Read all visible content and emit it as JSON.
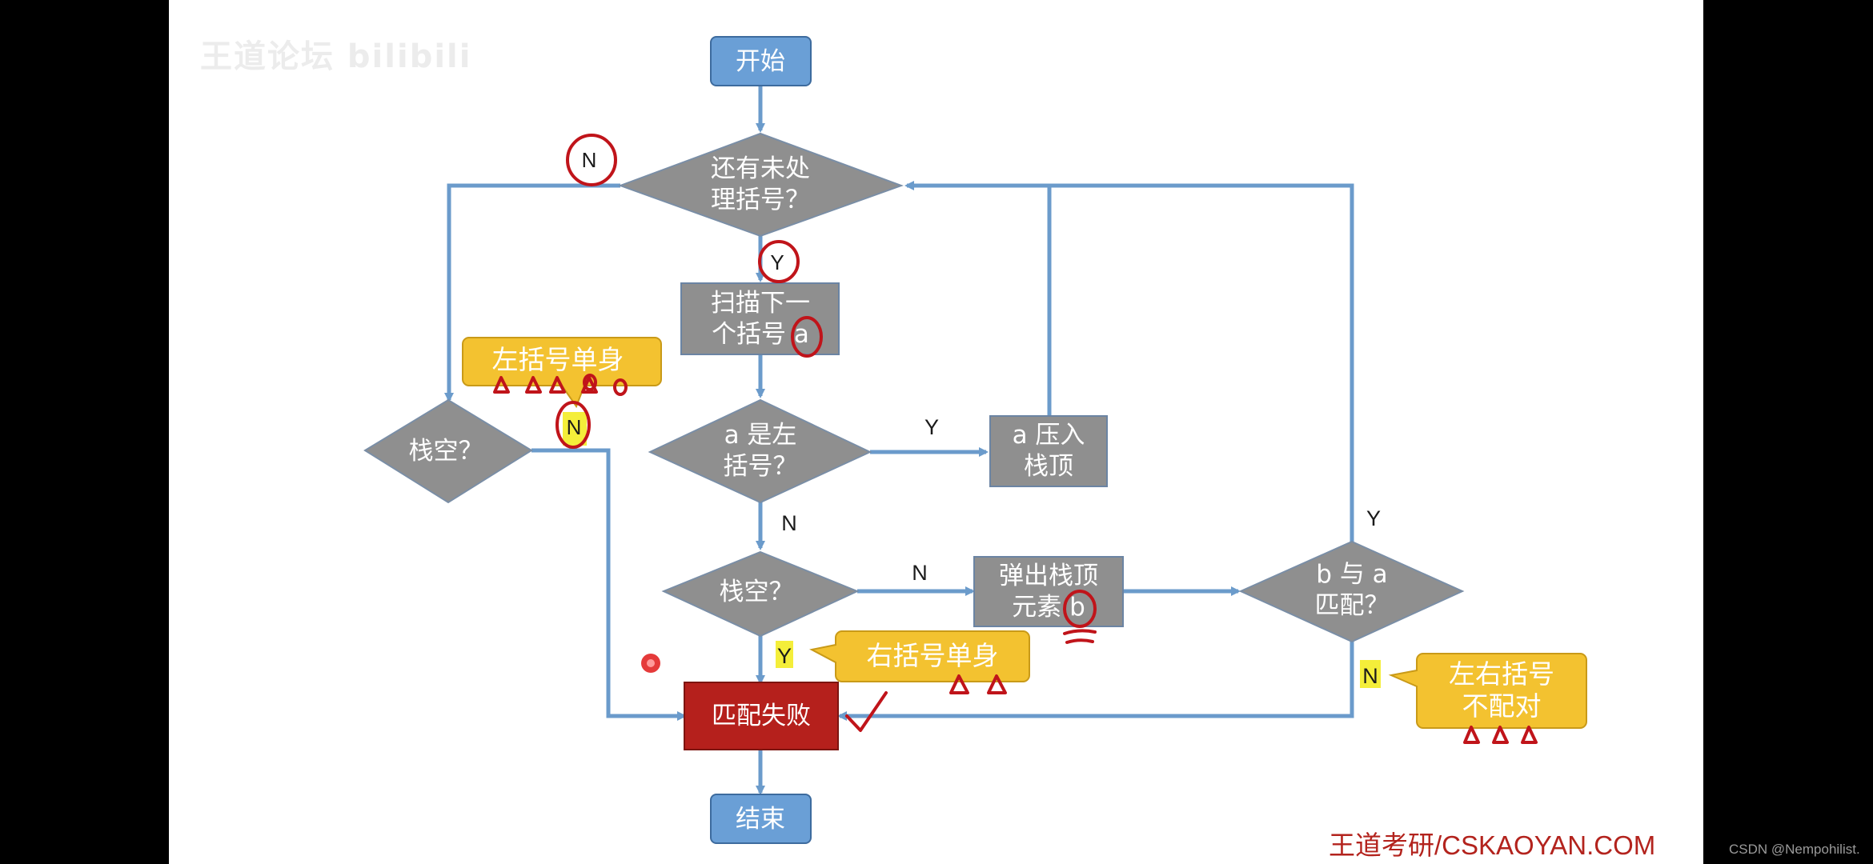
{
  "logo": "王道论坛 bilibili",
  "watermark": "王道考研/CSKAOYAN.COM",
  "credit": "CSDN @Nempohilist.",
  "colors": {
    "edge": "#6b9bcb",
    "process": "#8f8f8f",
    "terminal": "#6a9fd6",
    "fail": "#b5201c",
    "callout": "#f3c230",
    "ink": "#c0141a"
  },
  "nodes": {
    "start": {
      "line1": "开始"
    },
    "has_more": {
      "line1": "还有未处",
      "line2": "理括号？"
    },
    "scan": {
      "line1": "扫描下一",
      "line2": "个括号 a"
    },
    "is_left": {
      "line1": "a 是左",
      "line2": "括号？"
    },
    "push": {
      "line1": "a 压入",
      "line2": "栈顶"
    },
    "stack_empty_left": {
      "line1": "栈空？"
    },
    "stack_empty_mid": {
      "line1": "栈空？"
    },
    "pop": {
      "line1": "弹出栈顶",
      "line2": "元素 b"
    },
    "match": {
      "line1": "b 与 a",
      "line2": "匹配？"
    },
    "fail": {
      "line1": "匹配失败"
    },
    "end": {
      "line1": "结束"
    }
  },
  "callouts": {
    "left_single": "左括号单身",
    "right_single": "右括号单身",
    "mismatch_l1": "左右括号",
    "mismatch_l2": "不配对"
  },
  "edge_labels": {
    "has_more_no": "N",
    "has_more_yes": "Y",
    "is_left_yes": "Y",
    "is_left_no": "N",
    "stack_mid_no": "N",
    "stack_mid_yes": "Y",
    "stack_left_no": "N",
    "match_yes": "Y",
    "match_no": "N"
  }
}
